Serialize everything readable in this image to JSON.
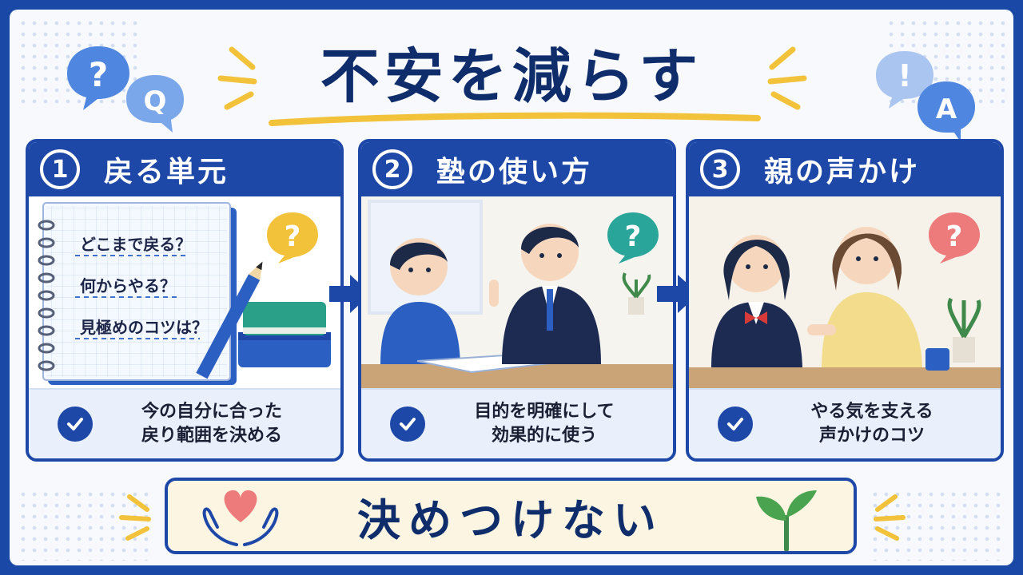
{
  "title": "不安を減らす",
  "bubbles": {
    "q_left": "?",
    "q_right": "Q",
    "a_left": "!",
    "a_right": "A"
  },
  "cards": [
    {
      "number": "1",
      "title": "戻る単元",
      "notes": [
        "どこまで戻る？",
        "何からやる？",
        "見極めのコツは？"
      ],
      "footer_line1": "今の自分に合った",
      "footer_line2": "戻り範囲を決める",
      "accent": "#f2c23a"
    },
    {
      "number": "2",
      "title": "塾の使い方",
      "footer_line1": "目的を明確にして",
      "footer_line2": "効果的に使う",
      "accent": "#2aa59a"
    },
    {
      "number": "3",
      "title": "親の声かけ",
      "footer_line1": "やる気を支える",
      "footer_line2": "声かけのコツ",
      "accent": "#ee7b7b"
    }
  ],
  "bottom": {
    "text": "決めつけない"
  },
  "colors": {
    "primary": "#1e48a8",
    "dark_text": "#0f2c6b",
    "accent_yellow": "#f2c23a"
  }
}
